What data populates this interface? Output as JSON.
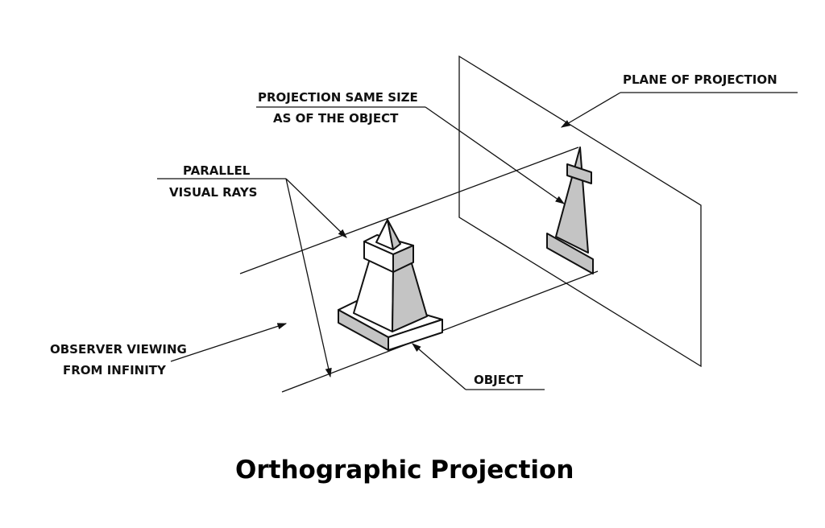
{
  "labels": {
    "plane": "PLANE OF PROJECTION",
    "same_size_line1": "PROJECTION SAME SIZE",
    "same_size_line2": "AS OF THE OBJECT",
    "parallel_line1": "PARALLEL",
    "parallel_line2": "VISUAL RAYS",
    "observer_line1": "OBSERVER VIEWING",
    "observer_line2": "FROM INFINITY",
    "object": "OBJECT"
  },
  "title": "Orthographic Projection",
  "colors": {
    "shade": "#c4c4c4",
    "line": "#111111",
    "background": "#ffffff"
  }
}
